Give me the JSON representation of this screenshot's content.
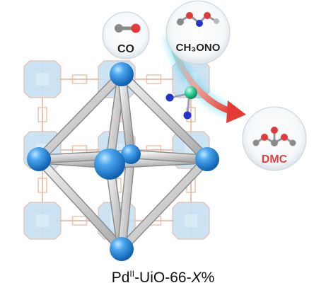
{
  "reactants": {
    "co_label": "CO",
    "methyl_nitrite_label": "CH₃ONO"
  },
  "product": {
    "dmc_label": "DMC"
  },
  "caption": {
    "metal": "Pd",
    "oxidation_state": "II",
    "framework": "-UiO-66-",
    "variable": "X",
    "unit": "%"
  },
  "colors": {
    "mof_cluster": "#c6e1f2",
    "mof_linker": "#e9b49a",
    "zr_node": "#2a8ee0",
    "octahedron_rod": "#d8d8d8",
    "pd_site": "#2fd39a",
    "arrow": "#e43c35",
    "arrow_glow": "#33d6f0",
    "oxygen": "#e23a3a",
    "nitrogen": "#2233cc",
    "carbon": "#8a8a8a"
  }
}
